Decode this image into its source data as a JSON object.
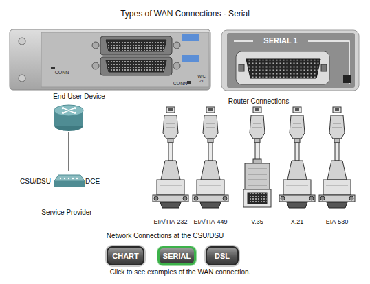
{
  "diagram": {
    "title": "Types of WAN Connections - Serial",
    "caption": "Click to see examples of the WAN connection.",
    "nodes": [
      {
        "text": [
          "End-User Device"
        ]
      },
      {
        "text": [
          "CSU/DSU",
          "DCE",
          "Service Provider"
        ]
      },
      {
        "text": [
          "CHART"
        ]
      },
      {
        "text": [
          "SERIAL"
        ]
      },
      {
        "text": [
          "DSL"
        ]
      }
    ],
    "edges": [
      {
        "from": 0,
        "to": 1,
        "arrow": "none"
      }
    ],
    "labels": [
      "CONN",
      "CONN",
      "W/C 2T",
      "SERIAL 1",
      "Router Connections",
      "EIA/TIA-232",
      "EIA/TIA-449",
      "V.35",
      "X.21",
      "EIA-530",
      "Network Connections at the CSU/DSU"
    ]
  }
}
